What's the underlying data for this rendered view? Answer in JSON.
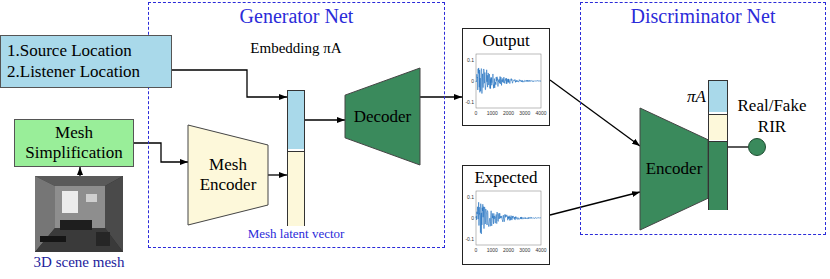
{
  "diagram": {
    "nodes": [
      {
        "text": [
          "1.Source Location",
          "2.Listener Location"
        ]
      },
      {
        "text": [
          "Mesh Simplification"
        ]
      },
      {
        "text": [
          "3D scene mesh"
        ]
      },
      {
        "text": [
          "Generator Net"
        ]
      },
      {
        "text": [
          "Embedding πA",
          "Mesh latent vector"
        ],
        "in": 3
      },
      {
        "text": [
          "Mesh Encoder"
        ],
        "in": 3
      },
      {
        "text": [
          "Decoder"
        ],
        "in": 3
      },
      {
        "text": [
          "Output"
        ]
      },
      {
        "text": [
          "Expected"
        ]
      },
      {
        "text": [
          "Discriminator Net"
        ]
      },
      {
        "text": [
          "Encoder"
        ],
        "in": 9
      },
      {
        "text": [
          "πA"
        ],
        "in": 9
      },
      {
        "text": [
          "Real/Fake RIR"
        ],
        "in": 9
      }
    ],
    "edges": [
      {
        "from": 0,
        "to": 4,
        "arrow": "to"
      },
      {
        "from": 2,
        "to": 1,
        "arrow": "to"
      },
      {
        "from": 1,
        "to": 5,
        "arrow": "to"
      },
      {
        "from": 5,
        "to": 4,
        "arrow": "to"
      },
      {
        "from": 4,
        "to": 6,
        "arrow": "to"
      },
      {
        "from": 6,
        "to": 7,
        "arrow": "to"
      },
      {
        "from": 7,
        "to": 10,
        "arrow": "to"
      },
      {
        "from": 8,
        "to": 10,
        "arrow": "to"
      },
      {
        "from": 11,
        "to": 12,
        "arrow": "none"
      }
    ],
    "labels": [
      "0.1",
      "0",
      "-0.1",
      "0",
      "1000",
      "2000",
      "3000",
      "4000",
      "0.1",
      "0",
      "-0.1",
      "0",
      "1000",
      "2000",
      "3000",
      "4000"
    ]
  }
}
